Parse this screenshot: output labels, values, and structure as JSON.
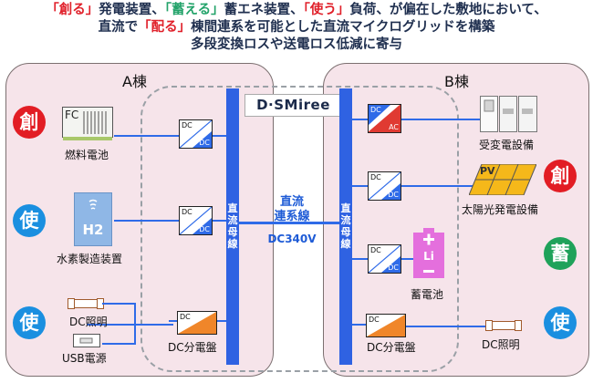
{
  "header": {
    "line1": [
      {
        "text": "「創る」",
        "color": "red"
      },
      {
        "text": "発電装置、",
        "color": "dark"
      },
      {
        "text": "「蓄える」",
        "color": "green"
      },
      {
        "text": "蓄エネ装置、",
        "color": "dark"
      },
      {
        "text": "「使う」",
        "color": "red"
      },
      {
        "text": "負荷、が偏在した敷地において、",
        "color": "dark"
      }
    ],
    "line2": [
      {
        "text": "直流で",
        "color": "dark"
      },
      {
        "text": "「配る」",
        "color": "red"
      },
      {
        "text": "棟間連系を可能とした直流マイクログリッドを構築",
        "color": "dark"
      }
    ],
    "line3": "多段変換ロスや送電ロス低減に寄与"
  },
  "logo": "D·SMiree",
  "buildings": {
    "a": "A棟",
    "b": "B棟"
  },
  "bus_label": "直流母線",
  "link": {
    "line1": "直流",
    "line2": "連系線",
    "voltage": "DC340V"
  },
  "roles": {
    "create": "創",
    "use": "使",
    "store": "蓄"
  },
  "converters": {
    "dc": "DC",
    "ac": "AC"
  },
  "devices": {
    "fuel_cell": "燃料電池",
    "fuel_cell_mark": "FC",
    "h2_plant": "水素製造装置",
    "h2_mark": "H2",
    "dc_light": "DC照明",
    "usb_power": "USB電源",
    "dc_panel": "DC分電盤",
    "substation": "受変電設備",
    "solar": "太陽光発電設備",
    "pv_mark": "PV",
    "battery": "蓄電池",
    "battery_mark": "Li"
  },
  "colors": {
    "bus": "#2f62e2",
    "link_text": "#1e5bd6",
    "create": "#e21d24",
    "use": "#1a8fe0",
    "store": "#1fa25a",
    "panel": "#f0862a"
  }
}
